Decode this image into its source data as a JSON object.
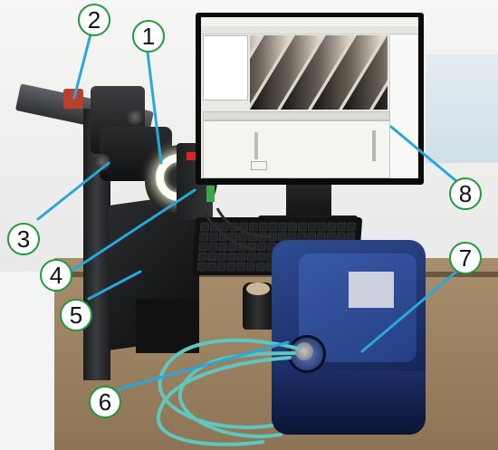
{
  "callouts": [
    {
      "id": "1",
      "label": "1"
    },
    {
      "id": "2",
      "label": "2"
    },
    {
      "id": "3",
      "label": "3"
    },
    {
      "id": "4",
      "label": "4"
    },
    {
      "id": "5",
      "label": "5"
    },
    {
      "id": "6",
      "label": "6"
    },
    {
      "id": "7",
      "label": "7"
    },
    {
      "id": "8",
      "label": "8"
    }
  ],
  "colors": {
    "badge_border": "#1f9b3c",
    "leader_line": "#2aa7d9",
    "spectrometer": "#2e4c93",
    "fiber_cable": "#5fc7c0",
    "ring_light": "#fffef4"
  },
  "icons": [
    "ring-light-icon",
    "camera-icon",
    "fiber-cable-icon",
    "spectrometer-icon",
    "monitor-icon"
  ]
}
